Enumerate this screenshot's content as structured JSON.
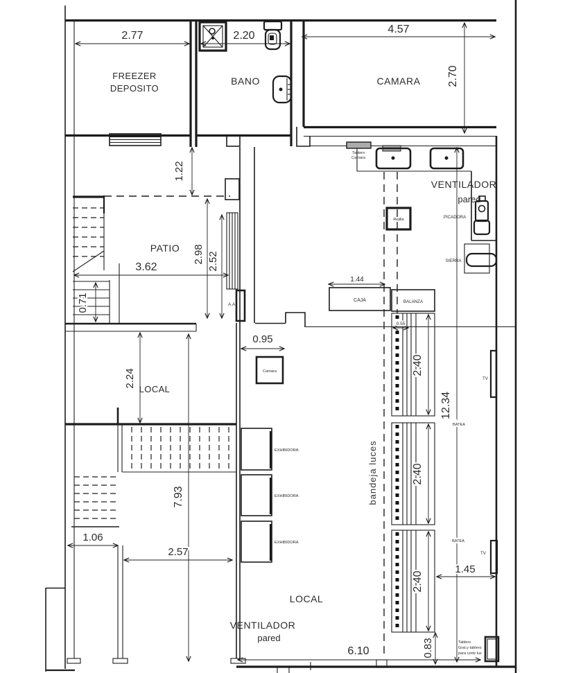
{
  "rooms": {
    "freezer_line1": "FREEZER",
    "freezer_line2": "DEPOSITO",
    "bano": "BANO",
    "camara": "CAMARA",
    "patio": "PATIO",
    "local_left": "LOCAL",
    "local_main": "LOCAL"
  },
  "equipment": {
    "tablero_camara_line1": "Tablero",
    "tablero_camara_line2": "Camara",
    "ventilador_top_line1": "VENTILADOR",
    "ventilador_top_line2": "pared",
    "ventilador_bottom_line1": "VENTILADOR",
    "ventilador_bottom_line2": "pared",
    "rejilla": "Rejilla",
    "picadora": "PICADORA",
    "sierra": "SIERRA",
    "caja": "CAJA",
    "balanza": "BALANZA",
    "camara_device": "Camara",
    "aa_unit": "A.A.",
    "exhibidora_1": "EXHIBIDORA",
    "exhibidora_2": "EXHIBIDORA",
    "exhibidora_3": "EXHIBIDORA",
    "bandeja_luces": "bandeja luces",
    "batea_1": "BATEA",
    "batea_2": "BATEA",
    "tv_1": "TV",
    "tv_2": "TV",
    "tablero_gral_line1": "Tablero",
    "tablero_gral_line2": "Gral.y tablero",
    "tablero_gral_line3": "para corte luz"
  },
  "dimensions": {
    "freezer_width": "2.77",
    "bano_width": "2.20",
    "camara_width": "4.57",
    "camara_depth": "2.70",
    "patio_offset": "1.22",
    "patio_width": "3.62",
    "patio_depth_a": "2.98",
    "patio_depth_b": "2.52",
    "stair_width": "0.71",
    "passage_width": "0.95",
    "caja_width": "1.44",
    "counter_top_width": "0.55",
    "local_left_depth": "2.24",
    "counter_section_1": "2.40",
    "counter_section_2": "2.40",
    "counter_section_3": "2.40",
    "hall_length": "12.34",
    "local_left_length": "7.93",
    "entry_width": "1.06",
    "lower_width": "2.57",
    "batea_offset": "1.45",
    "hall_width": "6.10",
    "rear_offset": "0.83"
  },
  "colors": {
    "line": "#1c1c1c",
    "paper": "#ffffff",
    "gray_fill": "#ababab"
  }
}
